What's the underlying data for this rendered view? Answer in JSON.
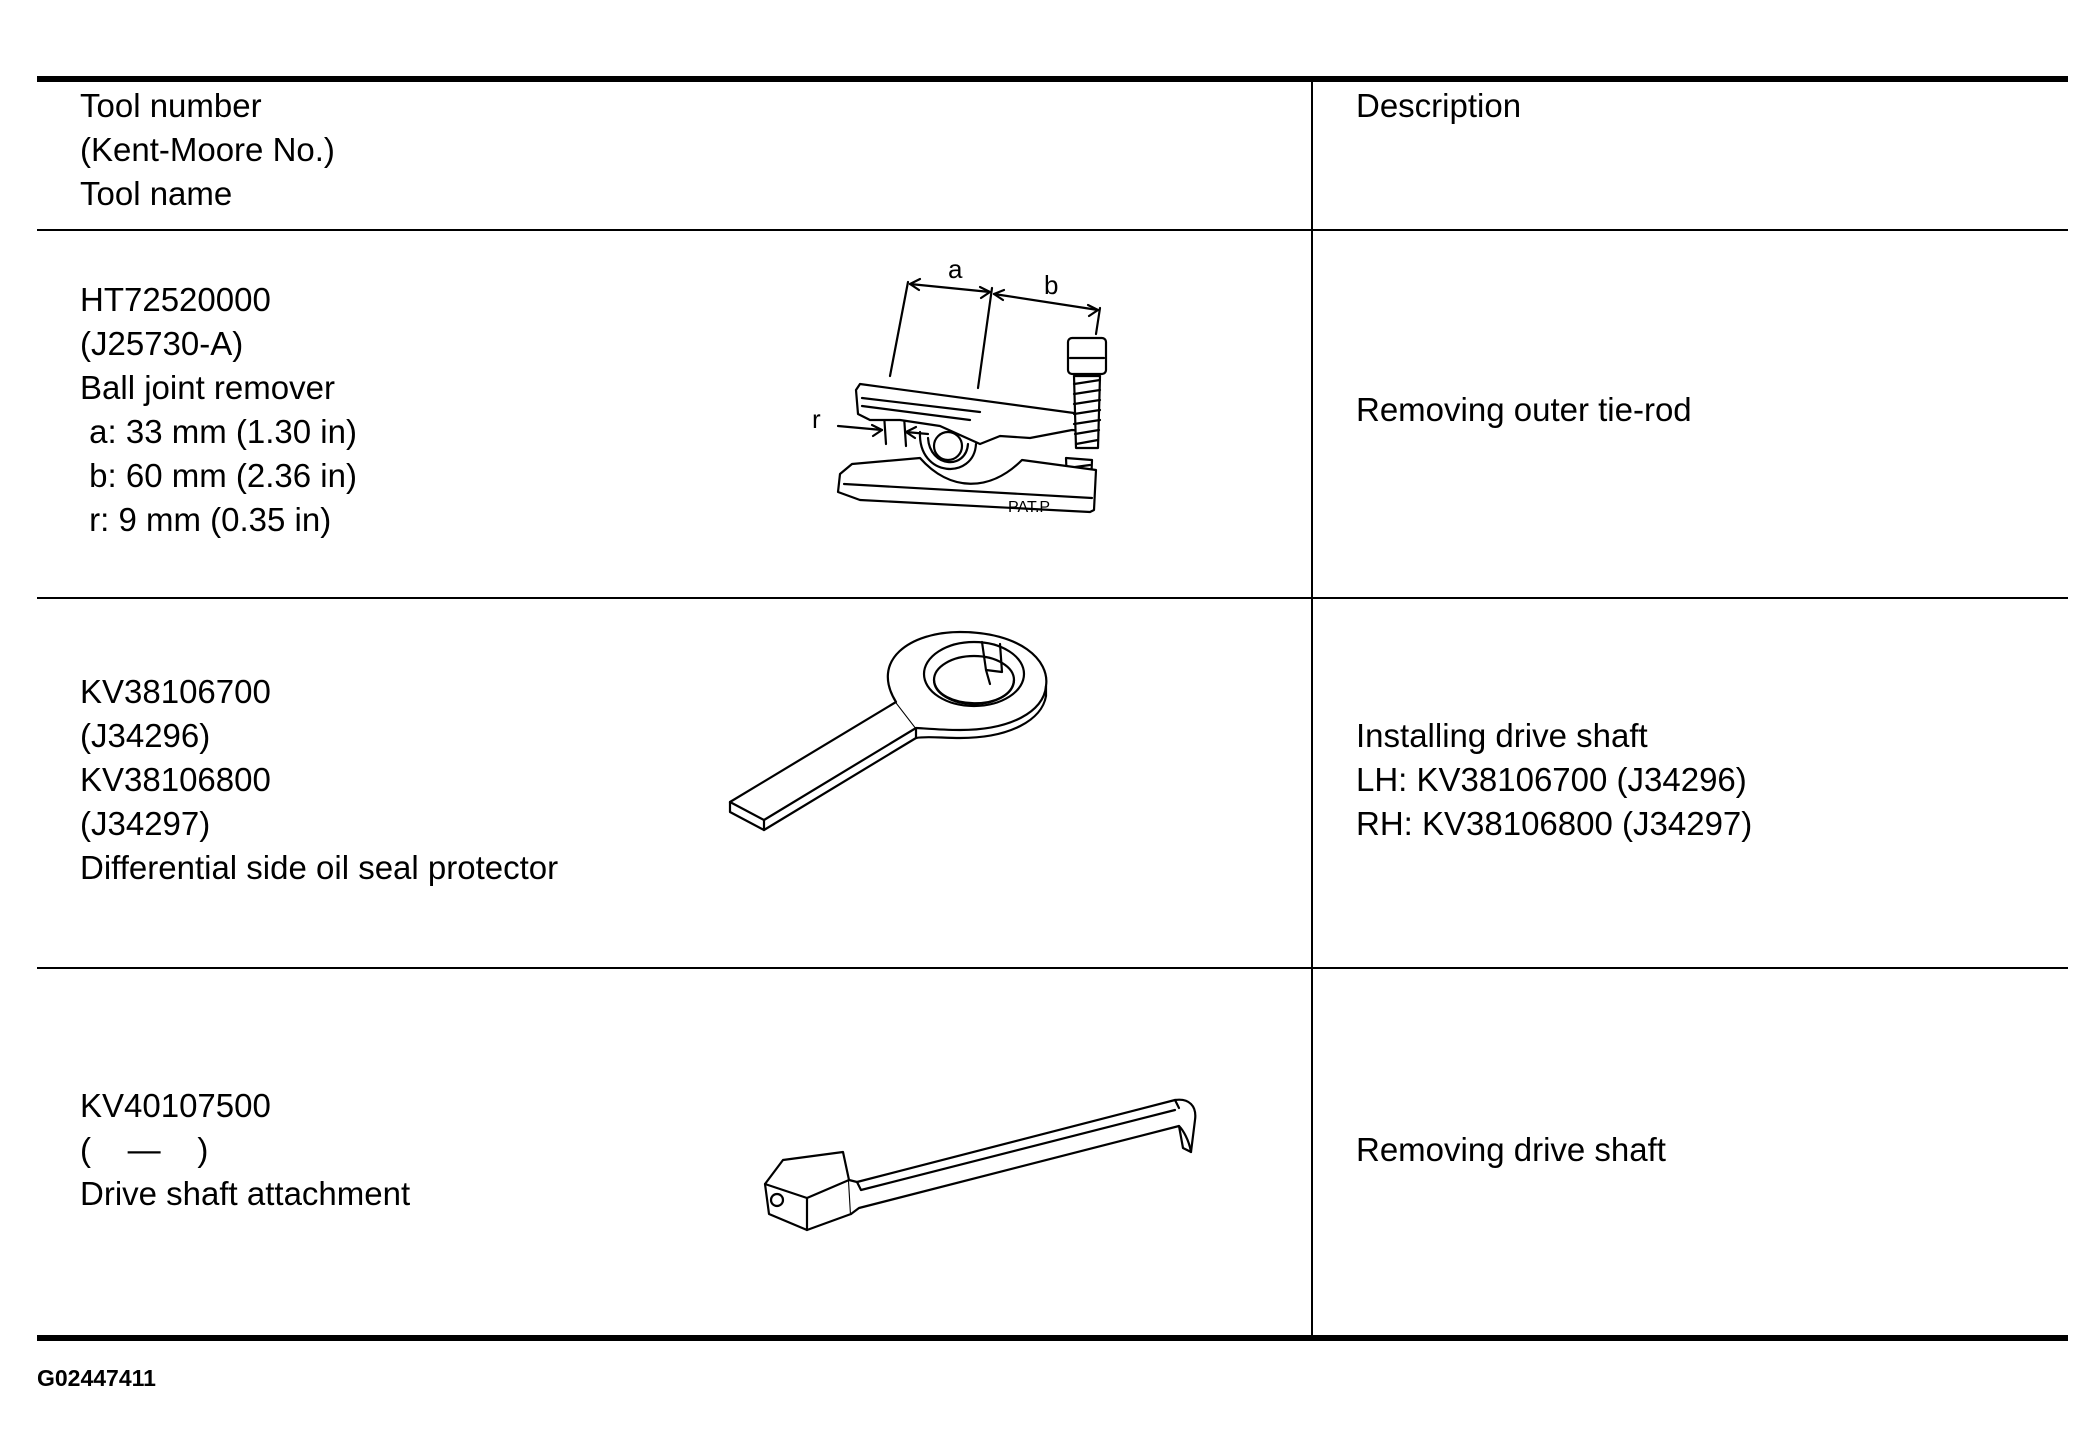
{
  "header": {
    "left": [
      "Tool number",
      "(Kent-Moore No.)",
      "Tool name"
    ],
    "right": "Description"
  },
  "rows": [
    {
      "lines": [
        "HT72520000",
        "(J25730-A)",
        "Ball joint remover",
        " a: 33 mm (1.30 in)",
        " b: 60 mm (2.36 in)",
        " r: 9 mm (0.35 in)"
      ],
      "description": [
        "Removing outer tie-rod"
      ],
      "illustration": {
        "icon": "ball-joint-remover-icon",
        "labels": {
          "a": "a",
          "b": "b",
          "r": "r",
          "stamp": "PAT.P"
        }
      }
    },
    {
      "lines": [
        "KV38106700",
        "(J34296)",
        "KV38106800",
        "(J34297)",
        "Differential side oil seal protector"
      ],
      "description": [
        "Installing drive shaft",
        "LH: KV38106700 (J34296)",
        "RH: KV38106800 (J34297)"
      ],
      "illustration": {
        "icon": "oil-seal-protector-icon"
      }
    },
    {
      "lines": [
        "KV40107500",
        "(    —    )",
        "Drive shaft attachment"
      ],
      "description": [
        "Removing drive shaft"
      ],
      "illustration": {
        "icon": "drive-shaft-attachment-icon"
      }
    }
  ],
  "figure_id": "G02447411"
}
